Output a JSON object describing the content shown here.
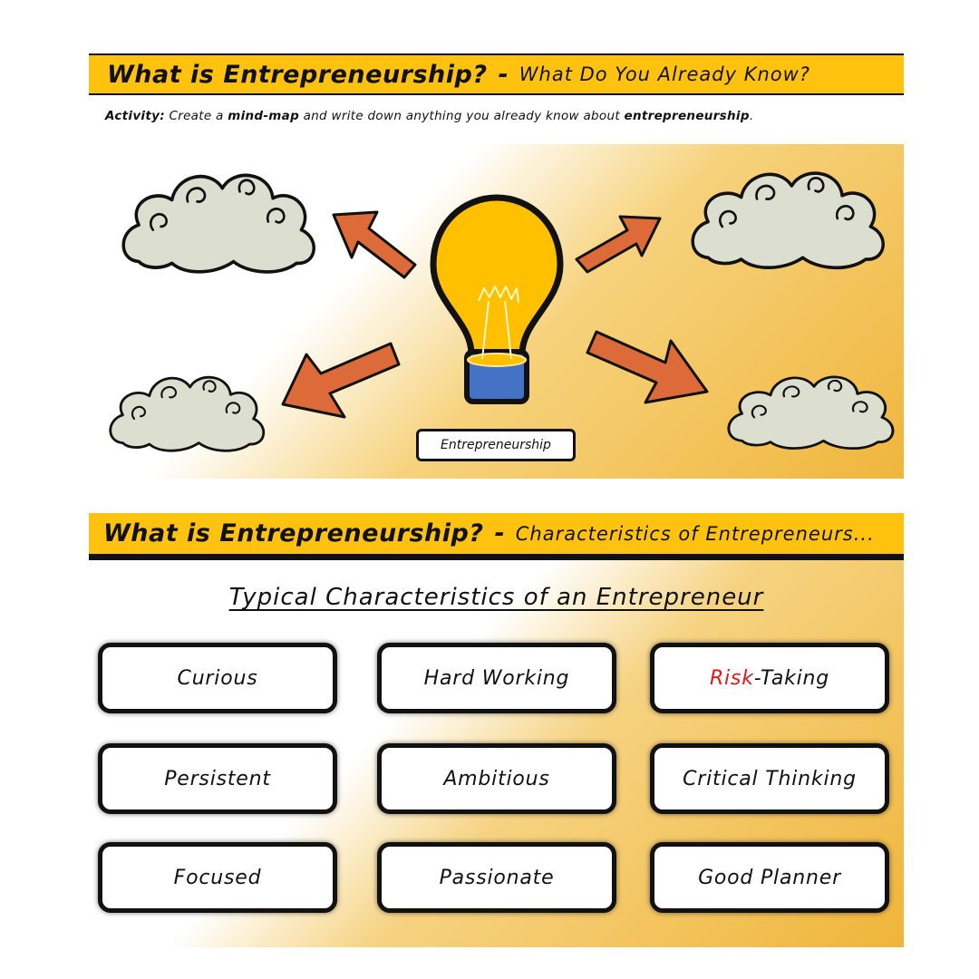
{
  "slide1": {
    "title_main": "What is Entrepreneurship?",
    "title_dash": "-",
    "title_sub": "What Do You Already Know?",
    "activity": {
      "label": "Activity:",
      "text_1": " Create a ",
      "bold_1": "mind-map",
      "text_2": " and write down anything you already know about ",
      "bold_2": "entrepreneurship",
      "text_3": "."
    },
    "center_label": "Entrepreneurship",
    "icons": [
      "lightbulb-icon",
      "cloud-icon",
      "arrow-icon"
    ],
    "colors": {
      "bar": "#ffc20e",
      "arrow": "#dd6b3a",
      "cloud": "#dcdfcf",
      "bulb": "#ffc000",
      "bulb_base": "#4472c4"
    }
  },
  "slide2": {
    "title_main": "What is Entrepreneurship?",
    "title_dash": "-",
    "title_sub": "Characteristics of Entrepreneurs...",
    "heading": "Typical Characteristics of an Entrepreneur",
    "cards": [
      {
        "text": "Curious"
      },
      {
        "text": "Hard Working"
      },
      {
        "red": "Risk",
        "rest": "-Taking"
      },
      {
        "text": "Persistent"
      },
      {
        "text": "Ambitious"
      },
      {
        "text": "Critical Thinking"
      },
      {
        "text": "Focused"
      },
      {
        "text": "Passionate"
      },
      {
        "text": "Good Planner"
      }
    ],
    "colors": {
      "bar": "#ffc20e",
      "highlight": "#e8141c"
    }
  }
}
